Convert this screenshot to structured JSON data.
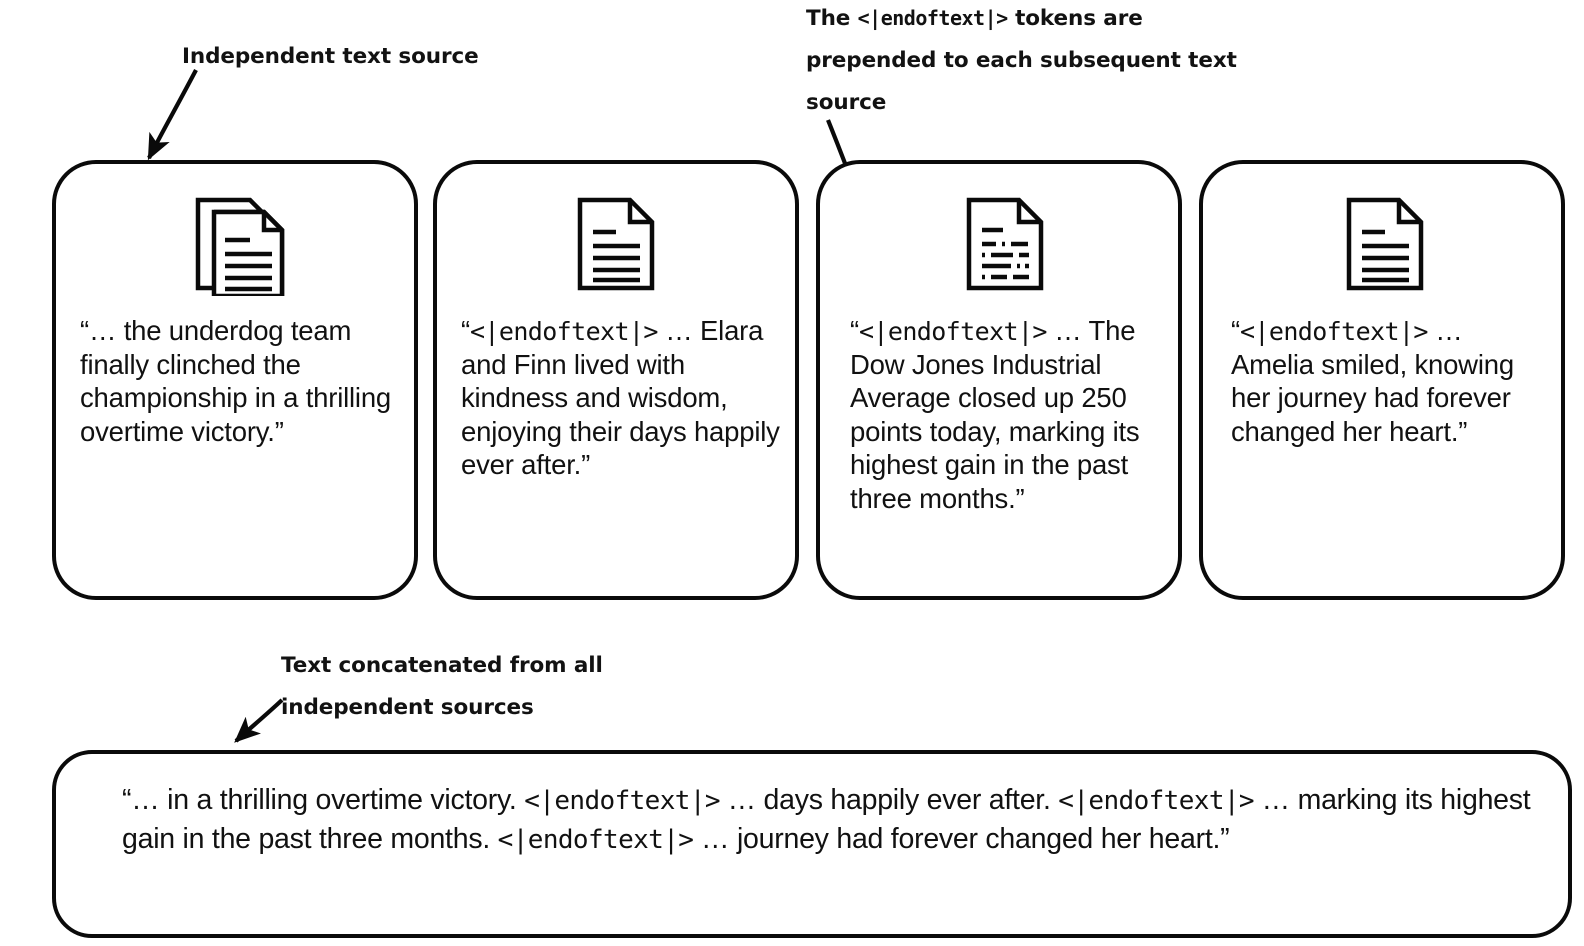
{
  "annotations": {
    "independent_source": "Independent text source",
    "endoftext_note_prefix": "The ",
    "endoftext_note_token": "<|endoftext|>",
    "endoftext_note_suffix": " tokens are prepended to each subsequent text source",
    "concatenated": "Text concatenated from all independent sources"
  },
  "token": "<|endoftext|>",
  "cards": [
    {
      "icon": "stacked-documents-icon",
      "has_token": false,
      "text": "“… the underdog team finally clinched the championship in a thrilling overtime victory.”",
      "quote_open": "“",
      "lead": "… the underdog team finally clinched the championship in a thrilling overtime victory.”"
    },
    {
      "icon": "document-icon",
      "has_token": true,
      "quote_open": "“",
      "lead": " … Elara and Finn lived with kindness and wisdom, enjoying their days happily ever after.”",
      "text": "“<|endoftext|> … Elara and Finn lived with kindness and wisdom, enjoying their days happily ever after.”"
    },
    {
      "icon": "document-list-icon",
      "has_token": true,
      "quote_open": "“",
      "lead": " … The Dow Jones Industrial Average closed up 250 points today, marking its highest gain in the past three months.”",
      "text": "“<|endoftext|> … The Dow Jones Industrial Average closed up 250 points today, marking its highest gain in the past three months.”"
    },
    {
      "icon": "document-icon",
      "has_token": true,
      "quote_open": "“",
      "lead": " … Amelia smiled, knowing her journey had forever changed her heart.”",
      "text": "“<|endoftext|> … Amelia smiled, knowing her journey had forever changed her heart.”"
    }
  ],
  "concatenated": {
    "segments": [
      {
        "type": "text",
        "value": "“… in a thrilling overtime victory. "
      },
      {
        "type": "token",
        "value": "<|endoftext|>"
      },
      {
        "type": "text",
        "value": " … days happily ever after. "
      },
      {
        "type": "token",
        "value": "<|endoftext|>"
      },
      {
        "type": "text",
        "value": " … marking its highest gain in the past three months. "
      },
      {
        "type": "token",
        "value": "<|endoftext|>"
      },
      {
        "type": "text",
        "value": " … journey had forever changed her heart.”"
      }
    ],
    "full_text": "“… in a thrilling overtime victory. <|endoftext|> … days happily ever after. <|endoftext|> … marking its highest gain in the past three months. <|endoftext|> … journey had forever changed her heart.”"
  },
  "colors": {
    "stroke": "#0a0a0a",
    "text": "#111111",
    "background": "#ffffff"
  }
}
